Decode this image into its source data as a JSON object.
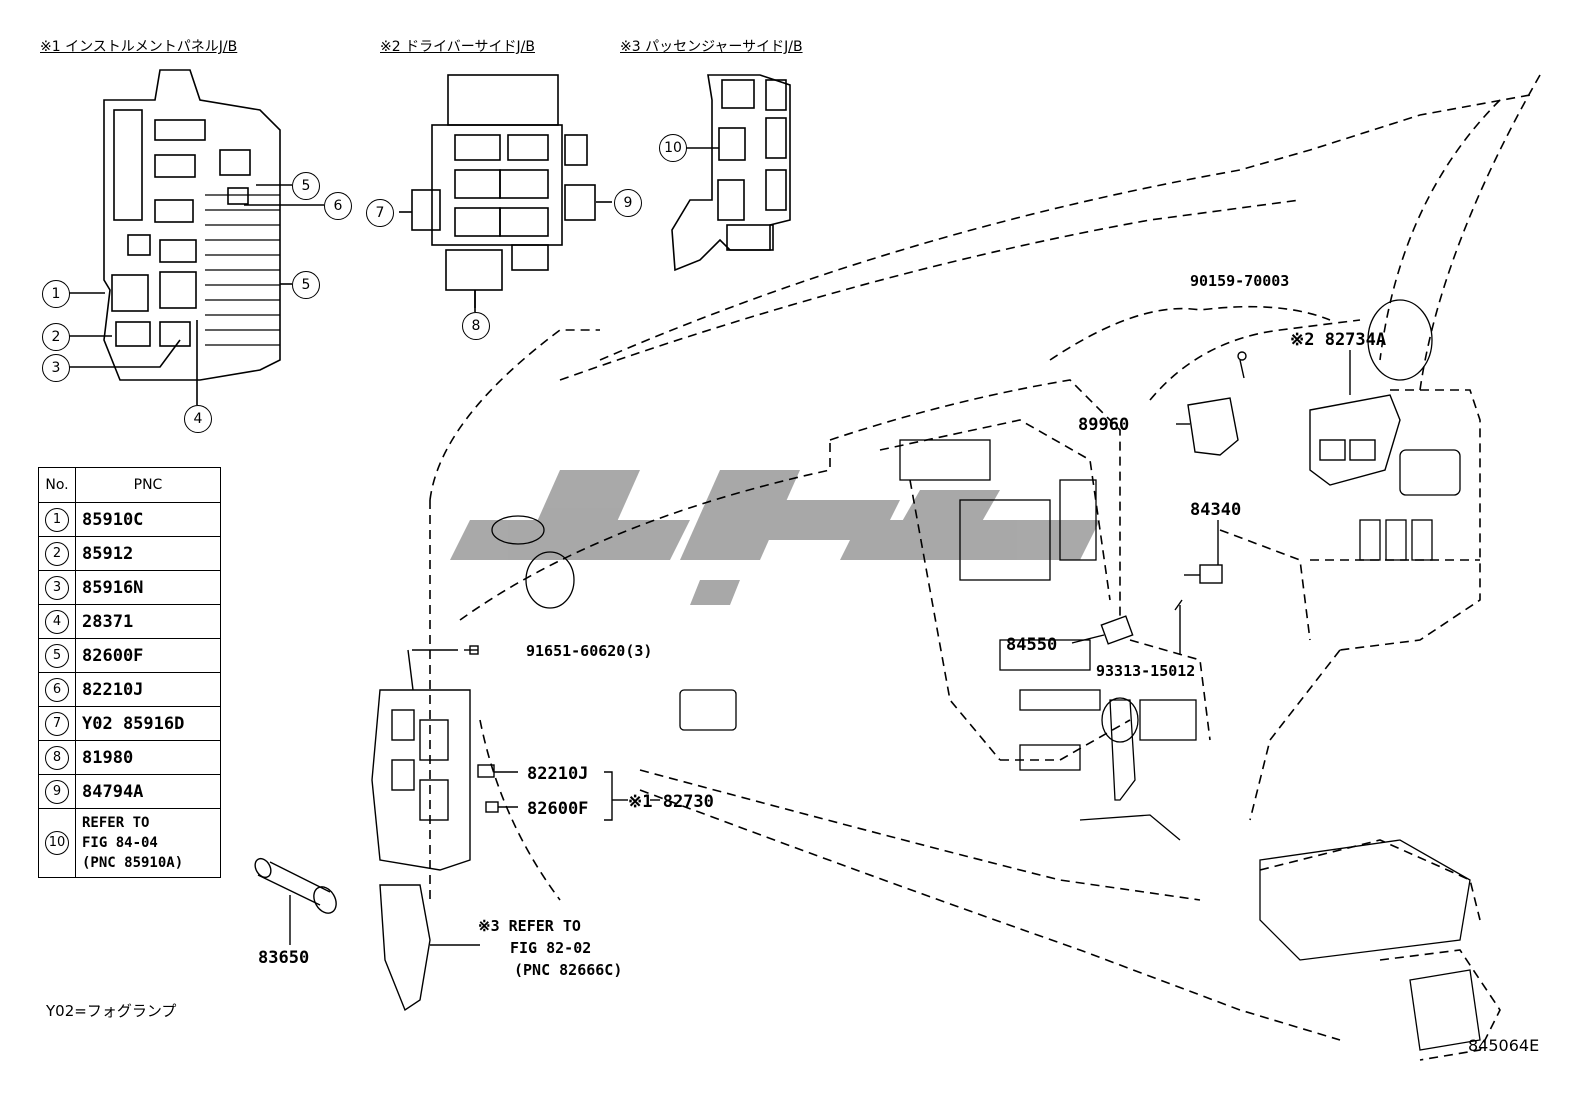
{
  "section_headers": {
    "jb1": "※1 インストルメントパネルJ/B",
    "jb2": "※2 ドライバーサイドJ/B",
    "jb3": "※3 パッセンジャーサイドJ/B"
  },
  "callout_numbers": [
    "1",
    "2",
    "3",
    "4",
    "5",
    "5",
    "6",
    "7",
    "8",
    "9",
    "10"
  ],
  "table": {
    "headers": [
      "No.",
      "PNC"
    ],
    "rows": [
      {
        "no": "1",
        "pnc": "85910C"
      },
      {
        "no": "2",
        "pnc": "85912"
      },
      {
        "no": "3",
        "pnc": "85916N"
      },
      {
        "no": "4",
        "pnc": "28371"
      },
      {
        "no": "5",
        "pnc": "82600F"
      },
      {
        "no": "6",
        "pnc": "82210J"
      },
      {
        "no": "7",
        "pnc": "Y02 85916D"
      },
      {
        "no": "8",
        "pnc": "81980"
      },
      {
        "no": "9",
        "pnc": "84794A"
      },
      {
        "no": "10",
        "pnc": "REFER TO\nFIG 84-04\n(PNC 85910A)"
      }
    ]
  },
  "part_labels": {
    "p90159": "90159-70003",
    "p82734a": "※2 82734A",
    "p89960": "89960",
    "p84340": "84340",
    "p84550": "84550",
    "p93313": "93313-15012",
    "p91651": "91651-60620(3)",
    "p82210j": "82210J",
    "p82600f": "82600F",
    "p82730": "※1 82730",
    "p83650": "83650",
    "ref3_line1": "※3 REFER TO",
    "ref3_line2": "FIG 82-02",
    "ref3_line3": "(PNC 82666C)"
  },
  "footnote": "Y02=フォグランプ",
  "figure_id": "845064E"
}
